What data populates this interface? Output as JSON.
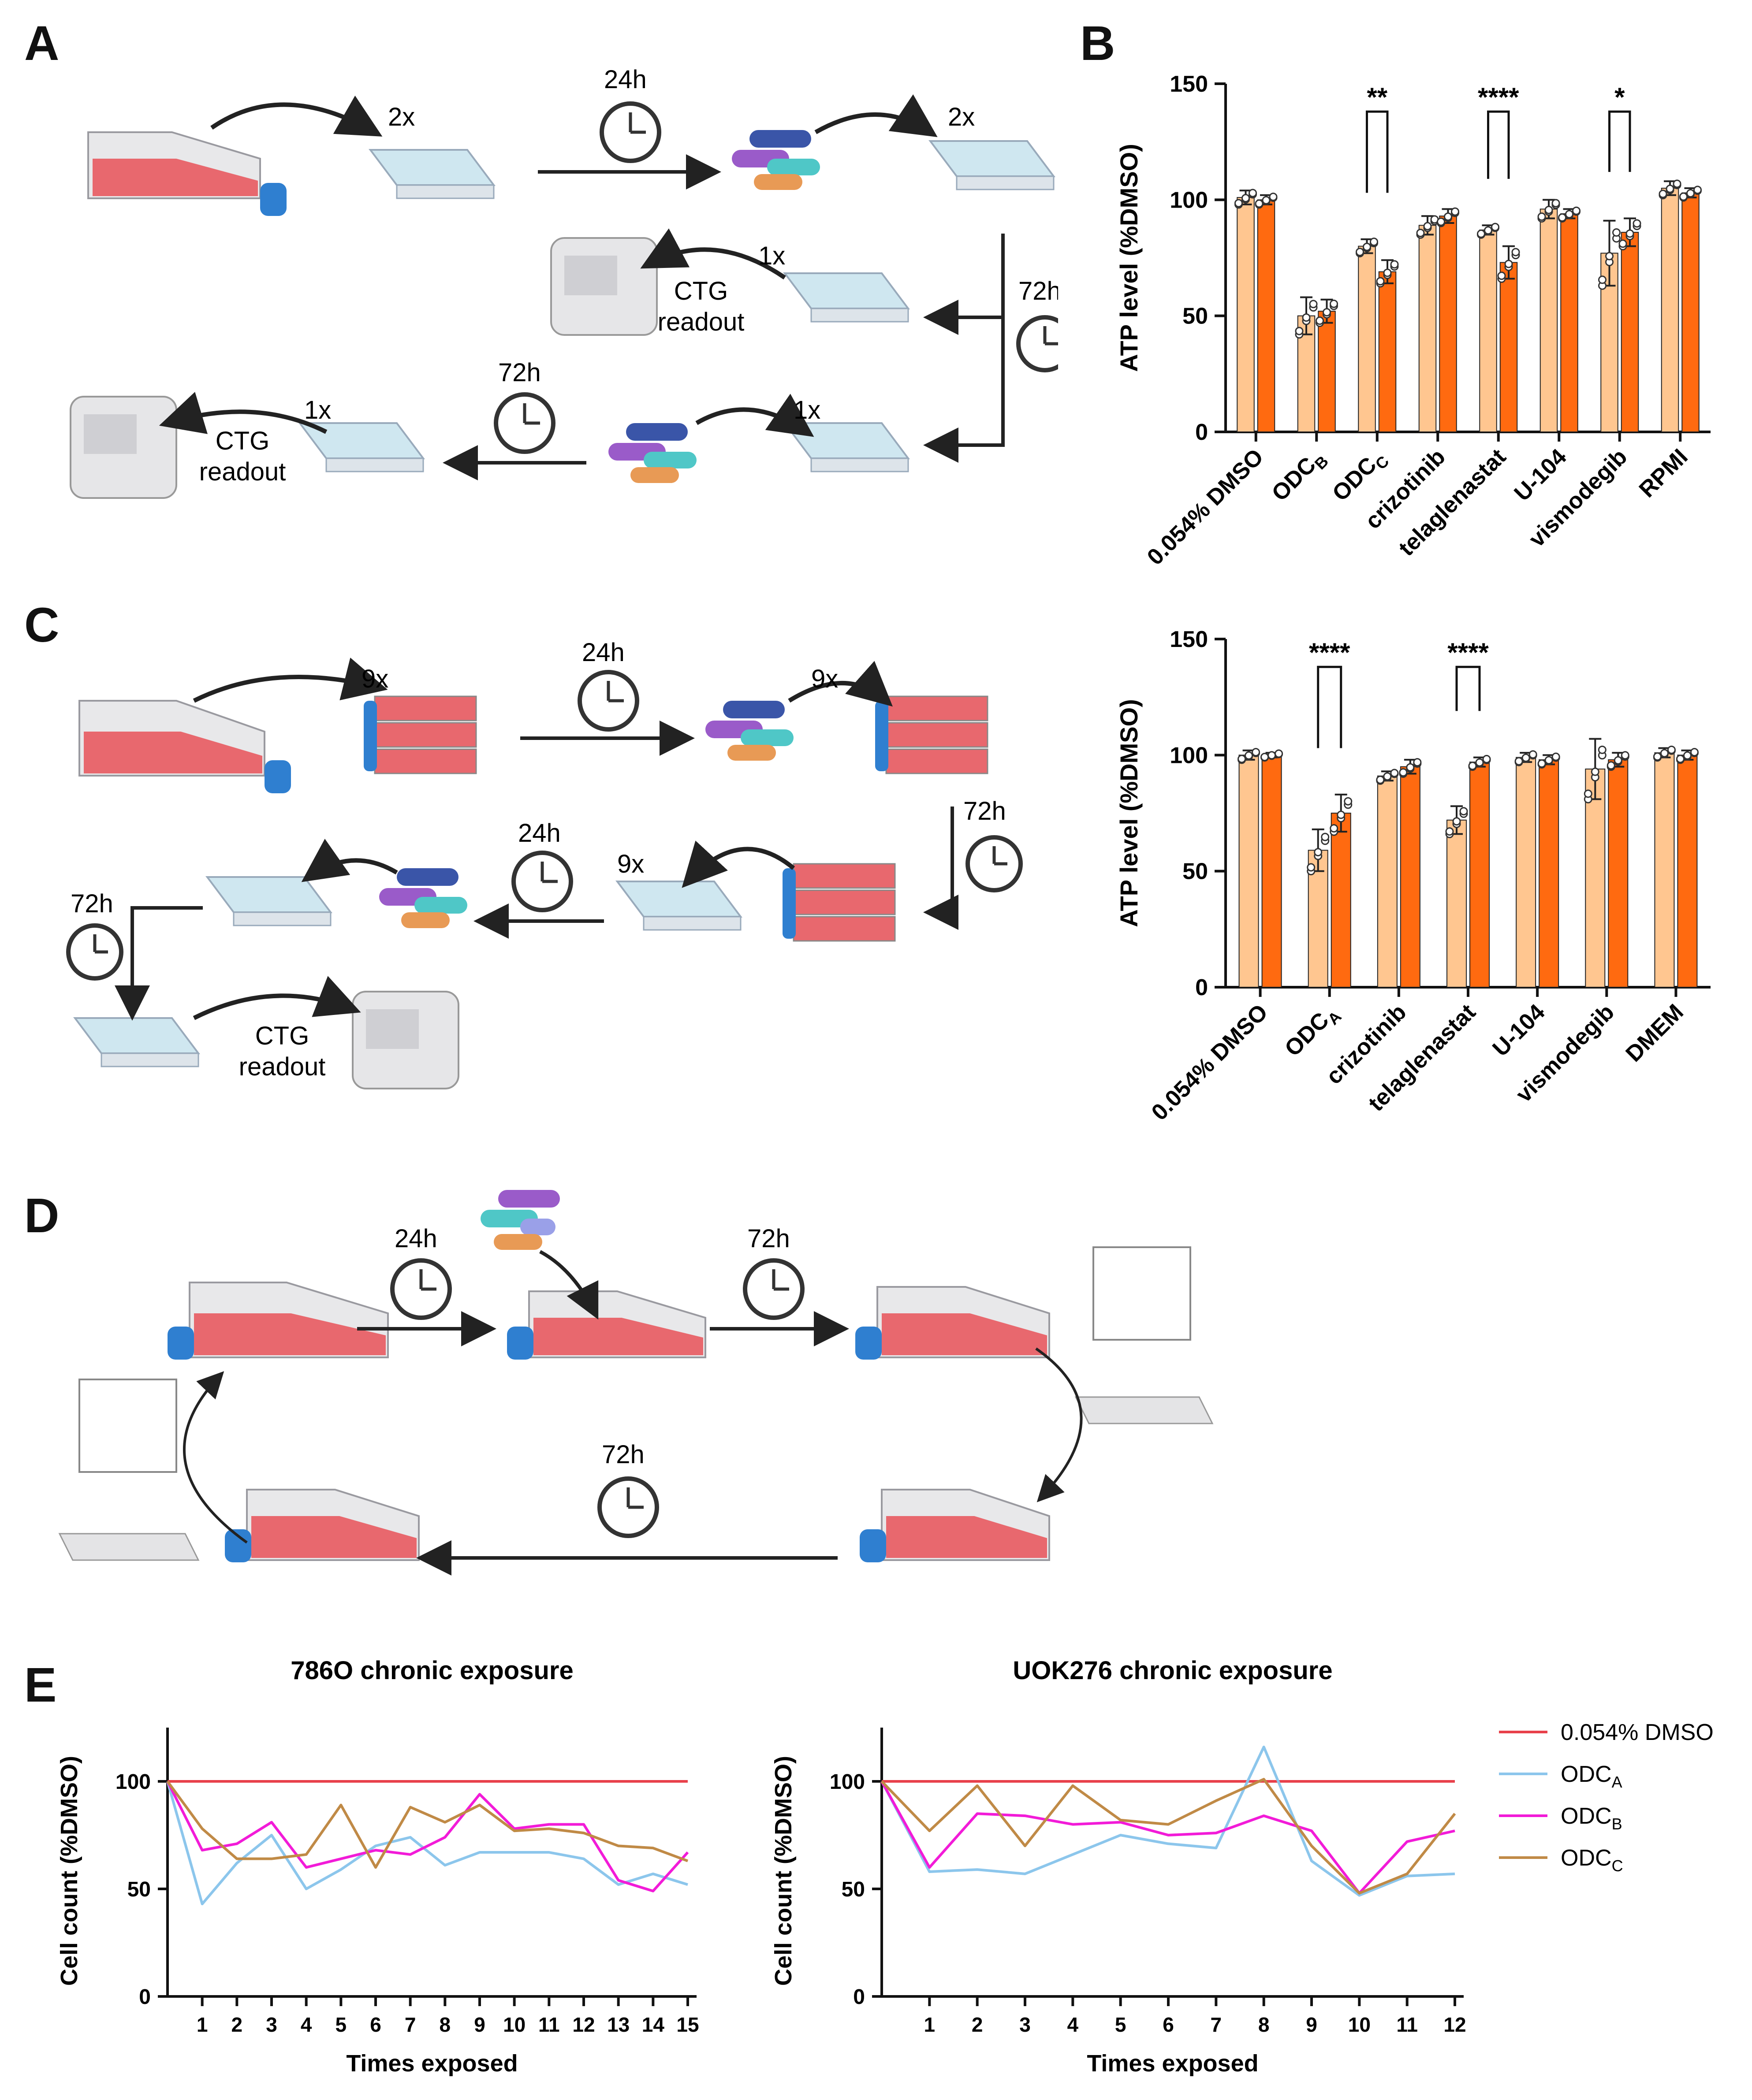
{
  "panels": {
    "A": {
      "letter": "A",
      "plate_counts": [
        "2x",
        "2x",
        "1x",
        "1x",
        "1x"
      ],
      "times": [
        "24h",
        "72h",
        "72h"
      ],
      "readout": [
        "CTG",
        "readout"
      ]
    },
    "C": {
      "letter": "C",
      "plate_counts": [
        "9x",
        "9x",
        "9x"
      ],
      "times": [
        "24h",
        "72h",
        "24h",
        "72h"
      ],
      "readout": [
        "CTG",
        "readout"
      ]
    },
    "D": {
      "letter": "D",
      "times": [
        "24h",
        "72h",
        "72h"
      ]
    },
    "B": {
      "letter": "B"
    },
    "E": {
      "letter": "E"
    }
  },
  "colors": {
    "light_orange": "#FFC690",
    "dark_orange": "#FF6A10",
    "flask_pink": "#E8686E",
    "plate_blue": "#CFE7F0",
    "dmso_red": "#E8414B",
    "odca_blue": "#8CC6EC",
    "odcb_magenta": "#F21BD8",
    "odcc_brown": "#C08A46"
  },
  "chart_data": [
    {
      "type": "bar",
      "panel": "B",
      "ylabel": "ATP level (%DMSO)",
      "ylim": [
        0,
        150
      ],
      "yticks": [
        0,
        50,
        100,
        150
      ],
      "categories": [
        {
          "main": "0.054% DMSO",
          "sub": ""
        },
        {
          "main": "ODC",
          "sub": "B"
        },
        {
          "main": "ODC",
          "sub": "C"
        },
        {
          "main": "crizotinib",
          "sub": ""
        },
        {
          "main": "telaglenastat",
          "sub": ""
        },
        {
          "main": "U-104",
          "sub": ""
        },
        {
          "main": "vismodegib",
          "sub": ""
        },
        {
          "main": "RPMI",
          "sub": ""
        }
      ],
      "series": [
        {
          "color": "#FFC690",
          "values": [
            101,
            50,
            80,
            89,
            87,
            96,
            77,
            105
          ],
          "err": [
            3,
            8,
            3,
            4,
            2,
            4,
            14,
            3
          ]
        },
        {
          "color": "#FF6A10",
          "values": [
            100,
            52,
            69,
            93,
            73,
            94,
            86,
            103
          ],
          "err": [
            2,
            5,
            5,
            3,
            7,
            2,
            6,
            2
          ]
        }
      ],
      "significance": [
        {
          "category": 2,
          "stars": "**"
        },
        {
          "category": 4,
          "stars": "****"
        },
        {
          "category": 6,
          "stars": "*"
        }
      ]
    },
    {
      "type": "bar",
      "panel": "C",
      "ylabel": "ATP level (%DMSO)",
      "ylim": [
        0,
        150
      ],
      "yticks": [
        0,
        50,
        100,
        150
      ],
      "categories": [
        {
          "main": "0.054% DMSO",
          "sub": ""
        },
        {
          "main": "ODC",
          "sub": "A"
        },
        {
          "main": "crizotinib",
          "sub": ""
        },
        {
          "main": "telaglenastat",
          "sub": ""
        },
        {
          "main": "U-104",
          "sub": ""
        },
        {
          "main": "vismodegib",
          "sub": ""
        },
        {
          "main": "DMEM",
          "sub": ""
        }
      ],
      "series": [
        {
          "color": "#FFC690",
          "values": [
            100,
            59,
            91,
            72,
            99,
            94,
            101
          ],
          "err": [
            2,
            9,
            2,
            6,
            2,
            13,
            2
          ]
        },
        {
          "color": "#FF6A10",
          "values": [
            100,
            75,
            95,
            97,
            98,
            98,
            100
          ],
          "err": [
            1,
            8,
            3,
            2,
            2,
            3,
            2
          ]
        }
      ],
      "significance": [
        {
          "category": 1,
          "stars": "****"
        },
        {
          "category": 3,
          "stars": "****"
        }
      ]
    },
    {
      "type": "line",
      "panel": "E",
      "title": "786O chronic exposure",
      "xlabel": "Times exposed",
      "ylabel": "Cell count (%DMSO)",
      "ylim": [
        0,
        125
      ],
      "yticks": [
        0,
        50,
        100
      ],
      "xlim": [
        0,
        15
      ],
      "xticks": [
        1,
        2,
        3,
        4,
        5,
        6,
        7,
        8,
        9,
        10,
        11,
        12,
        13,
        14,
        15
      ],
      "x": [
        0,
        1,
        2,
        3,
        4,
        5,
        6,
        7,
        8,
        9,
        10,
        11,
        12,
        13,
        14,
        15
      ],
      "series": [
        {
          "key": "dmso",
          "color": "#E8414B",
          "values": [
            100,
            100,
            100,
            100,
            100,
            100,
            100,
            100,
            100,
            100,
            100,
            100,
            100,
            100,
            100,
            100
          ]
        },
        {
          "key": "odca",
          "color": "#8CC6EC",
          "values": [
            100,
            43,
            62,
            75,
            50,
            59,
            70,
            74,
            61,
            67,
            67,
            67,
            64,
            52,
            57,
            52
          ]
        },
        {
          "key": "odcb",
          "color": "#F21BD8",
          "values": [
            100,
            68,
            71,
            81,
            60,
            64,
            68,
            66,
            74,
            94,
            78,
            80,
            80,
            54,
            49,
            67
          ]
        },
        {
          "key": "odcc",
          "color": "#C08A46",
          "values": [
            100,
            78,
            64,
            64,
            66,
            89,
            60,
            88,
            81,
            89,
            77,
            78,
            76,
            70,
            69,
            63
          ]
        }
      ]
    },
    {
      "type": "line",
      "panel": "E",
      "title": "UOK276 chronic exposure",
      "xlabel": "Times exposed",
      "ylabel": "Cell count (%DMSO)",
      "ylim": [
        0,
        125
      ],
      "yticks": [
        0,
        50,
        100
      ],
      "xlim": [
        0,
        12
      ],
      "xticks": [
        1,
        2,
        3,
        4,
        5,
        6,
        7,
        8,
        9,
        10,
        11,
        12
      ],
      "x": [
        0,
        1,
        2,
        3,
        4,
        5,
        6,
        7,
        8,
        9,
        10,
        11,
        12
      ],
      "series": [
        {
          "key": "dmso",
          "color": "#E8414B",
          "values": [
            100,
            100,
            100,
            100,
            100,
            100,
            100,
            100,
            100,
            100,
            100,
            100,
            100
          ]
        },
        {
          "key": "odca",
          "color": "#8CC6EC",
          "values": [
            100,
            58,
            59,
            57,
            66,
            75,
            71,
            69,
            116,
            63,
            47,
            56,
            57
          ]
        },
        {
          "key": "odcb",
          "color": "#F21BD8",
          "values": [
            100,
            60,
            85,
            84,
            80,
            81,
            75,
            76,
            84,
            77,
            48,
            72,
            77
          ]
        },
        {
          "key": "odcc",
          "color": "#C08A46",
          "values": [
            100,
            77,
            98,
            70,
            98,
            82,
            80,
            91,
            101,
            70,
            48,
            57,
            85
          ]
        }
      ]
    }
  ],
  "legend": [
    {
      "key": "dmso",
      "main": "0.054% DMSO",
      "sub": "",
      "color": "#E8414B"
    },
    {
      "key": "odca",
      "main": "ODC",
      "sub": "A",
      "color": "#8CC6EC"
    },
    {
      "key": "odcb",
      "main": "ODC",
      "sub": "B",
      "color": "#F21BD8"
    },
    {
      "key": "odcc",
      "main": "ODC",
      "sub": "C",
      "color": "#C08A46"
    }
  ]
}
